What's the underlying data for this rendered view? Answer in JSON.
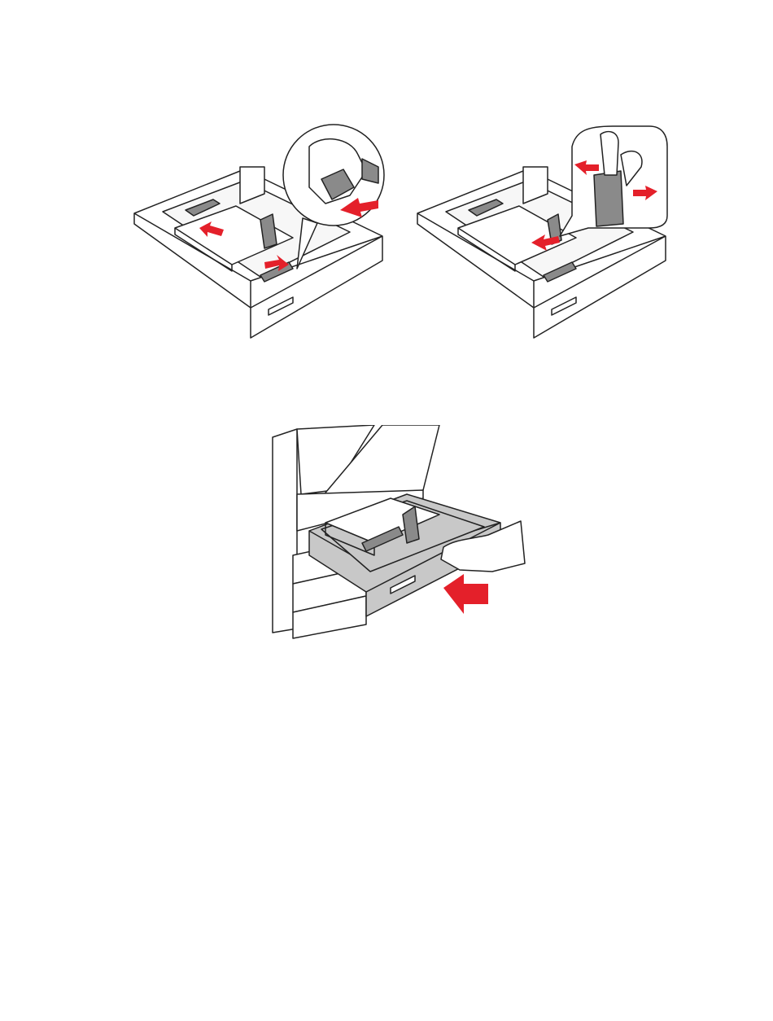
{
  "page": {
    "background": "#ffffff"
  },
  "colors": {
    "line": "#222222",
    "paper": "#ffffff",
    "tray_gray": "#c8c8c8",
    "dark_gray": "#8a8a8a",
    "arrow_red": "#e4202a"
  },
  "figures": [
    {
      "name": "tray-adjust-length-guide",
      "icons": [
        "paper-tray",
        "length-guide",
        "hand-pinch-icon",
        "arrow-icon"
      ]
    },
    {
      "name": "tray-adjust-width-guide",
      "icons": [
        "paper-tray",
        "width-guide",
        "hand-pinch-icon",
        "arrow-icon"
      ]
    },
    {
      "name": "tray-insert-into-printer",
      "icons": [
        "printer-cabinet",
        "paper-tray",
        "hand-push-icon",
        "arrow-icon"
      ]
    }
  ]
}
